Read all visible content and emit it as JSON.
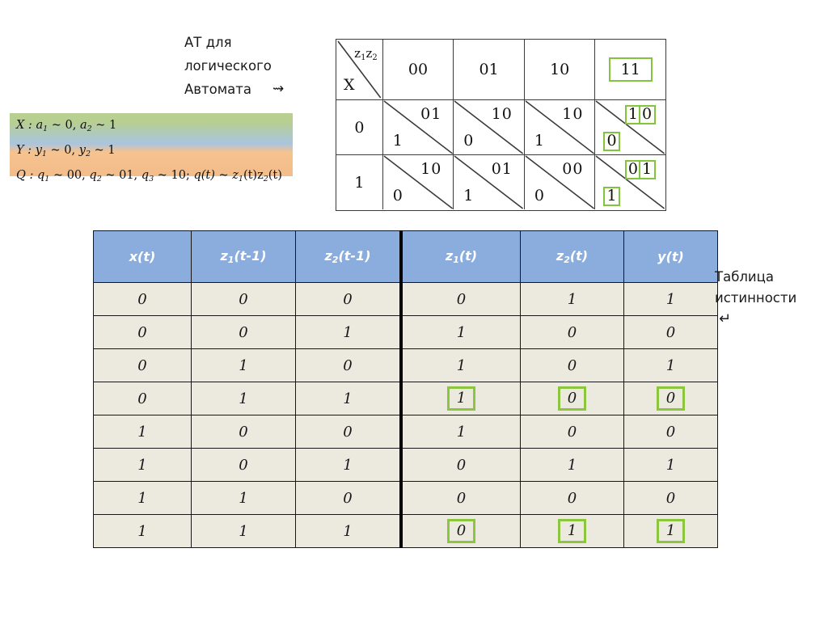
{
  "captions": {
    "at_label_line1": "АТ для",
    "at_label_line2": "логического",
    "at_label_line3": "Автомата",
    "at_label_arrow": "⇝",
    "tt_label_line1": "Таблица",
    "tt_label_line2": "истинности",
    "tt_label_arrow": "↵"
  },
  "legend": {
    "line1": {
      "var": "X",
      "sep": " : ",
      "a1": "a",
      "a1sub": "1",
      "a1val": " ~ 0,  ",
      "a2": "a",
      "a2sub": "2",
      "a2val": " ~ 1"
    },
    "line2": {
      "var": "Y",
      "sep": " : ",
      "y1": "y",
      "y1sub": "1",
      "y1val": " ~ 0,  ",
      "y2": "y",
      "y2sub": "2",
      "y2val": " ~ 1"
    },
    "line3": {
      "var": "Q",
      "sep": " : ",
      "q1": "q",
      "q1sub": "1",
      "q1val": " ~ 00,  ",
      "q2": "q",
      "q2sub": "2",
      "q2val": " ~ 01, ",
      "q3": "q",
      "q3sub": "3",
      "q3val": " ~ 10;  ",
      "qt": "q(t) ~ ",
      "z1": "z",
      "z1sub": "1",
      "z1t": "(t)z",
      "z2sub": "2",
      "z2t": "(t)"
    },
    "colors": {
      "top": "#b7cf90",
      "middle": "#a8c5e0",
      "bottom": "#f6c28d"
    }
  },
  "state_table": {
    "corner": {
      "col_label_z": "z",
      "col_label_z1sub": "1",
      "col_label_z2": "z",
      "col_label_z2sub": "2",
      "row_label": "X"
    },
    "column_headers": [
      "00",
      "01",
      "10",
      "11"
    ],
    "highlighted_header": "11",
    "rows": [
      {
        "x": "0",
        "cells": [
          {
            "next_state": "01",
            "output": "1",
            "hl_next": [
              false,
              false
            ],
            "hl_out": false
          },
          {
            "next_state": "10",
            "output": "0",
            "hl_next": [
              false,
              false
            ],
            "hl_out": false
          },
          {
            "next_state": "10",
            "output": "1",
            "hl_next": [
              false,
              false
            ],
            "hl_out": false
          },
          {
            "next_state": "10",
            "output": "0",
            "hl_next": [
              true,
              true
            ],
            "hl_out": true
          }
        ]
      },
      {
        "x": "1",
        "cells": [
          {
            "next_state": "10",
            "output": "0",
            "hl_next": [
              false,
              false
            ],
            "hl_out": false
          },
          {
            "next_state": "01",
            "output": "1",
            "hl_next": [
              false,
              false
            ],
            "hl_out": false
          },
          {
            "next_state": "00",
            "output": "0",
            "hl_next": [
              false,
              false
            ],
            "hl_out": false
          },
          {
            "next_state": "01",
            "output": "1",
            "hl_next": [
              true,
              true
            ],
            "hl_out": true
          }
        ]
      }
    ]
  },
  "truth_table": {
    "headers": [
      {
        "base": "x",
        "sub": "",
        "tail": "(t)"
      },
      {
        "base": "z",
        "sub": "1",
        "tail": "(t-1)"
      },
      {
        "base": "z",
        "sub": "2",
        "tail": "(t-1)"
      },
      {
        "base": "z",
        "sub": "1",
        "tail": "(t)"
      },
      {
        "base": "z",
        "sub": "2",
        "tail": "(t)"
      },
      {
        "base": "y",
        "sub": "",
        "tail": "(t)"
      }
    ],
    "rows": [
      {
        "cells": [
          "0",
          "0",
          "0",
          "0",
          "1",
          "1"
        ],
        "boxed": [
          false,
          false,
          false,
          false,
          false,
          false
        ]
      },
      {
        "cells": [
          "0",
          "0",
          "1",
          "1",
          "0",
          "0"
        ],
        "boxed": [
          false,
          false,
          false,
          false,
          false,
          false
        ]
      },
      {
        "cells": [
          "0",
          "1",
          "0",
          "1",
          "0",
          "1"
        ],
        "boxed": [
          false,
          false,
          false,
          false,
          false,
          false
        ]
      },
      {
        "cells": [
          "0",
          "1",
          "1",
          "1",
          "0",
          "0"
        ],
        "boxed": [
          false,
          false,
          false,
          true,
          true,
          true
        ]
      },
      {
        "cells": [
          "1",
          "0",
          "0",
          "1",
          "0",
          "0"
        ],
        "boxed": [
          false,
          false,
          false,
          false,
          false,
          false
        ]
      },
      {
        "cells": [
          "1",
          "0",
          "1",
          "0",
          "1",
          "1"
        ],
        "boxed": [
          false,
          false,
          false,
          false,
          false,
          false
        ]
      },
      {
        "cells": [
          "1",
          "1",
          "0",
          "0",
          "0",
          "0"
        ],
        "boxed": [
          false,
          false,
          false,
          false,
          false,
          false
        ]
      },
      {
        "cells": [
          "1",
          "1",
          "1",
          "0",
          "1",
          "1"
        ],
        "boxed": [
          false,
          false,
          false,
          true,
          true,
          true
        ]
      }
    ],
    "colors": {
      "header_bg": "#8aadde",
      "header_text": "#ffffff",
      "body_bg": "#eceadf",
      "grid": "#17171a",
      "highlight": "#8cc63f"
    }
  }
}
